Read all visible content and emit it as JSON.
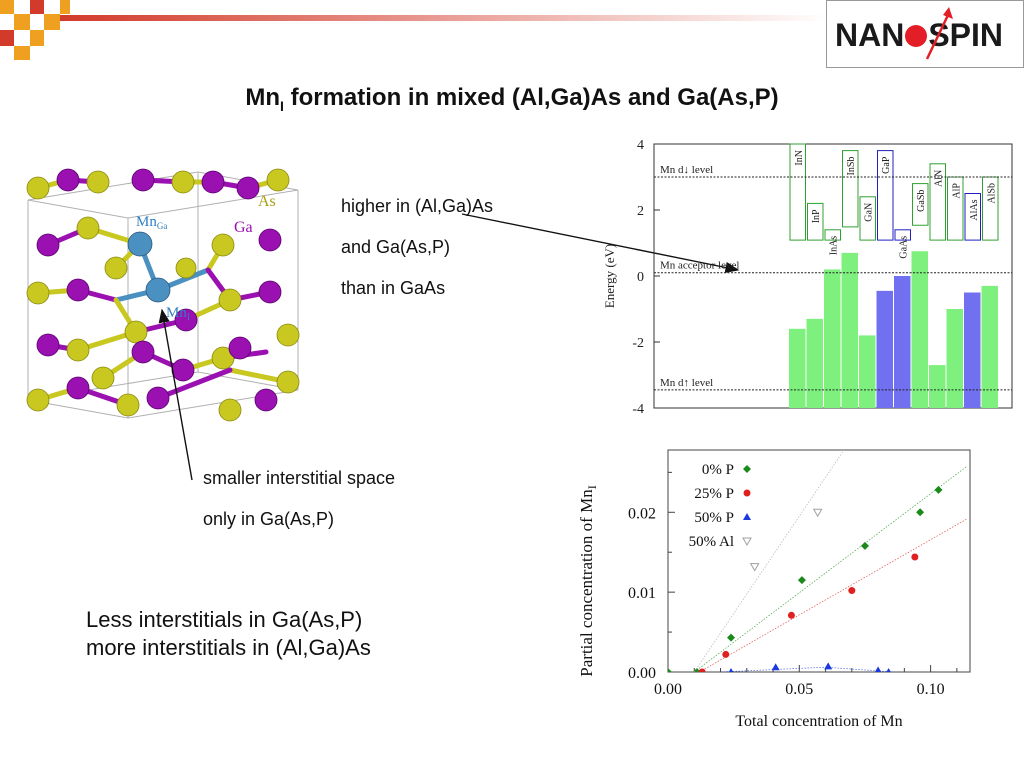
{
  "slide": {
    "title_main": "Mn",
    "title_sub": "I",
    "title_rest": " formation in mixed (Al,Ga)As and Ga(As,P)",
    "logo": {
      "left": "NAN",
      "right": "SPIN",
      "accent_color": "#e41e26",
      "text_color": "#1a1a1a"
    },
    "annotation_higher": [
      "higher in (Al,Ga)As",
      "and Ga(As,P)",
      "than in GaAs"
    ],
    "annotation_smaller": [
      "smaller interstitial space",
      "only in Ga(As,P)"
    ],
    "conclusion": [
      "Less interstitials in Ga(As,P)",
      "more interstitials in (Al,Ga)As"
    ],
    "crystal_labels": {
      "mn_ga": "Mn",
      "mn_ga_sub": "Ga",
      "mn_i": "Mn",
      "mn_i_sub": "I",
      "as": "As",
      "ga": "Ga"
    },
    "colors": {
      "as_atom": "#c8c820",
      "ga_atom": "#9a10b0",
      "mn_atom": "#4a90c0",
      "bar_green": "#7ef07e",
      "bar_blue": "#7070f0",
      "header_red": "#d23a2a",
      "header_orange": "#f0a020"
    }
  },
  "chart_data": [
    {
      "type": "bar",
      "ylabel": "Energy (eV)",
      "ylim": [
        -4,
        4
      ],
      "yticks": [
        -4,
        -2,
        0,
        2,
        4
      ],
      "reference_lines": [
        {
          "label_main": "Mn d",
          "label_arrow": "↓",
          "label_rest": " level",
          "y": 3.0
        },
        {
          "label_main": "Mn acceptor level",
          "label_arrow": "",
          "label_rest": "",
          "y": 0.1
        },
        {
          "label_main": "Mn d",
          "label_arrow": "↑",
          "label_rest": " level",
          "y": -3.45
        }
      ],
      "categories": [
        "InN",
        "InP",
        "InAs",
        "InSb",
        "GaN",
        "GaP",
        "GaAs",
        "GaSb",
        "AlN",
        "AlP",
        "AlAs",
        "AlSb"
      ],
      "values": [
        -1.6,
        -1.3,
        0.2,
        0.7,
        -1.8,
        -0.45,
        0.0,
        0.75,
        -2.7,
        -1.0,
        -0.5,
        -0.3
      ],
      "upper_bound": [
        4.0,
        2.2,
        1.4,
        3.8,
        2.4,
        3.8,
        1.4,
        2.8,
        3.4,
        3.0,
        2.5,
        3.0
      ],
      "group_colors": [
        "green",
        "green",
        "green",
        "green",
        "green",
        "blue",
        "blue",
        "green",
        "green",
        "green",
        "blue",
        "green"
      ]
    },
    {
      "type": "scatter",
      "xlabel": "Total concentration of Mn",
      "ylabel": "Partial concentration of Mn",
      "ylabel_sub": "I",
      "xlim": [
        0.0,
        0.115
      ],
      "ylim": [
        0.0,
        0.0278
      ],
      "xticks": [
        "0.00",
        "0.05",
        "0.10"
      ],
      "yticks": [
        "0.00",
        "0.01",
        "0.02"
      ],
      "series": [
        {
          "name": "0% P",
          "color": "#1a8a1a",
          "marker": "diamond",
          "points": [
            [
              0.0,
              0.0
            ],
            [
              0.011,
              0.0
            ],
            [
              0.024,
              0.0043
            ],
            [
              0.051,
              0.0115
            ],
            [
              0.075,
              0.0158
            ],
            [
              0.096,
              0.02
            ],
            [
              0.103,
              0.0228
            ]
          ],
          "fit": [
            [
              0.01,
              0.0
            ],
            [
              0.114,
              0.0258
            ]
          ]
        },
        {
          "name": "25% P",
          "color": "#e02020",
          "marker": "circle",
          "points": [
            [
              0.013,
              0.0
            ],
            [
              0.022,
              0.0022
            ],
            [
              0.047,
              0.0071
            ],
            [
              0.07,
              0.0102
            ],
            [
              0.094,
              0.0144
            ]
          ],
          "fit": [
            [
              0.012,
              0.0
            ],
            [
              0.114,
              0.0192
            ]
          ]
        },
        {
          "name": "50% P",
          "color": "#1a3ae0",
          "marker": "triangle",
          "points": [
            [
              0.024,
              0.0
            ],
            [
              0.041,
              0.0006
            ],
            [
              0.061,
              0.0007
            ],
            [
              0.08,
              0.0002
            ],
            [
              0.084,
              0.0
            ]
          ],
          "fit": [
            [
              0.02,
              0.0
            ],
            [
              0.06,
              0.0006
            ],
            [
              0.086,
              0.0
            ]
          ]
        },
        {
          "name": "50% Al",
          "color": "#a0a0a0",
          "marker": "triangle-down",
          "points": [
            [
              0.033,
              0.0132
            ],
            [
              0.057,
              0.02
            ]
          ],
          "fit": [
            [
              0.01,
              0.0
            ],
            [
              0.067,
              0.0278
            ]
          ]
        }
      ]
    }
  ]
}
